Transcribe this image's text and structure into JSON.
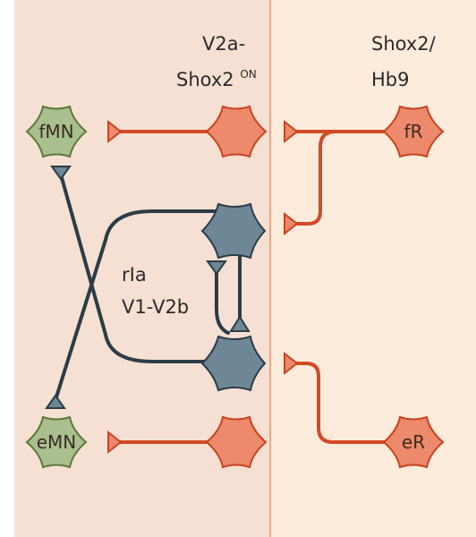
{
  "colors": {
    "left_panel": "#f6e0d3",
    "right_panel": "#fdebdc",
    "divider": "#e8a98a",
    "motor_neuron_fill": "#a9c08e",
    "motor_neuron_stroke": "#5b7a3a",
    "excitatory_fill": "#ec8a6b",
    "excitatory_stroke": "#c8441f",
    "excitatory_line": "#d24a26",
    "inhibitory_fill": "#6d8796",
    "inhibitory_stroke": "#2b3c47",
    "inhibitory_line": "#2b3c47"
  },
  "labels": {
    "v2a_line1": "V2a-",
    "v2a_line2": "Shox2",
    "v2a_super": "ON",
    "shox2_line1": "Shox2/",
    "shox2_line2": "Hb9",
    "ria_line1": "rIa",
    "ria_line2": "V1-V2b"
  },
  "neurons": {
    "fMN": "fMN",
    "eMN": "eMN",
    "fR": "fR",
    "eR": "eR"
  }
}
